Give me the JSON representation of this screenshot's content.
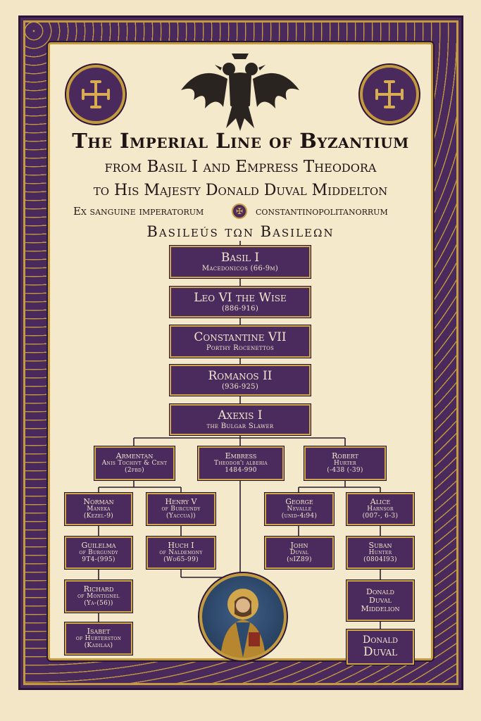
{
  "heading": {
    "title": "The Imperial Line of Byzantium",
    "subtitle": "from Basil I and Empress Theodora",
    "line3": "to His Majesty Donald Duval Middelton",
    "motto_left": "Ex sanguine imperatorum",
    "motto_right": "constantinopolitanorrum",
    "basileus": "Basileús  tωn  Basileωn"
  },
  "main_line": [
    {
      "name": "Basil I",
      "sub": "Macedonicos (66-9m)"
    },
    {
      "name": "Leo VI the Wise",
      "sub": "(886-916)"
    },
    {
      "name": "Constantine VII",
      "sub": "Porthy Rocenettos"
    },
    {
      "name": "Romanos II",
      "sub": "(936-925)"
    },
    {
      "name": "Axexis I",
      "sub": "the Bulgar Slawer"
    }
  ],
  "branches": [
    {
      "name": "Armentan",
      "sub1": "Anis Tochivt & Cent",
      "sub2": "(2fbd)"
    },
    {
      "name": "Embress",
      "sub1": "Theodor'ı alberia",
      "sub2": "1484-990"
    },
    {
      "name": "Robert",
      "sub1": "Hurter",
      "sub2": "(-438 (-39)"
    }
  ],
  "left_col_a": [
    {
      "name": "Norman",
      "sub1": "Maneka",
      "sub2": "(Kezel-9)"
    },
    {
      "name": "Guilelma",
      "sub1": "of Burgundy",
      "sub2": "9T4-(995)"
    },
    {
      "name": "Richard",
      "sub1": "of Montignel",
      "sub2": "(Ya-(56))"
    },
    {
      "name": "Isabet",
      "sub1": "of Hurterston",
      "sub2": "(Kadilaa)"
    }
  ],
  "left_col_b": [
    {
      "name": "Henry V",
      "sub1": "of Burcundy",
      "sub2": "(Yaccua))"
    },
    {
      "name": "Huch I",
      "sub1": "of Naldemony",
      "sub2": "(Wo65-99)"
    }
  ],
  "right_col_a": [
    {
      "name": "George",
      "sub1": "Nevalle",
      "sub2": "(unid-4i94)"
    },
    {
      "name": "John",
      "sub1": "Duval",
      "sub2": "(nIZ89)"
    }
  ],
  "right_col_b": [
    {
      "name": "Alice",
      "sub1": "Harnsor",
      "sub2": "(007-, 6-3)"
    },
    {
      "name": "Suban",
      "sub1": "Hunter",
      "sub2": "(0804I93)"
    },
    {
      "name": "Donald",
      "sub1": "Duval",
      "sub2": "Middelion"
    },
    {
      "name": "Donald",
      "sub1": "Duval",
      "sub2": ""
    }
  ],
  "colors": {
    "purple": "#4b2b5e",
    "gold": "#c49a3e",
    "parchment": "#f5e9cc"
  },
  "icons": [
    "double-headed-eagle-icon",
    "cross-medallion-icon",
    "christ-icon-medallion"
  ]
}
